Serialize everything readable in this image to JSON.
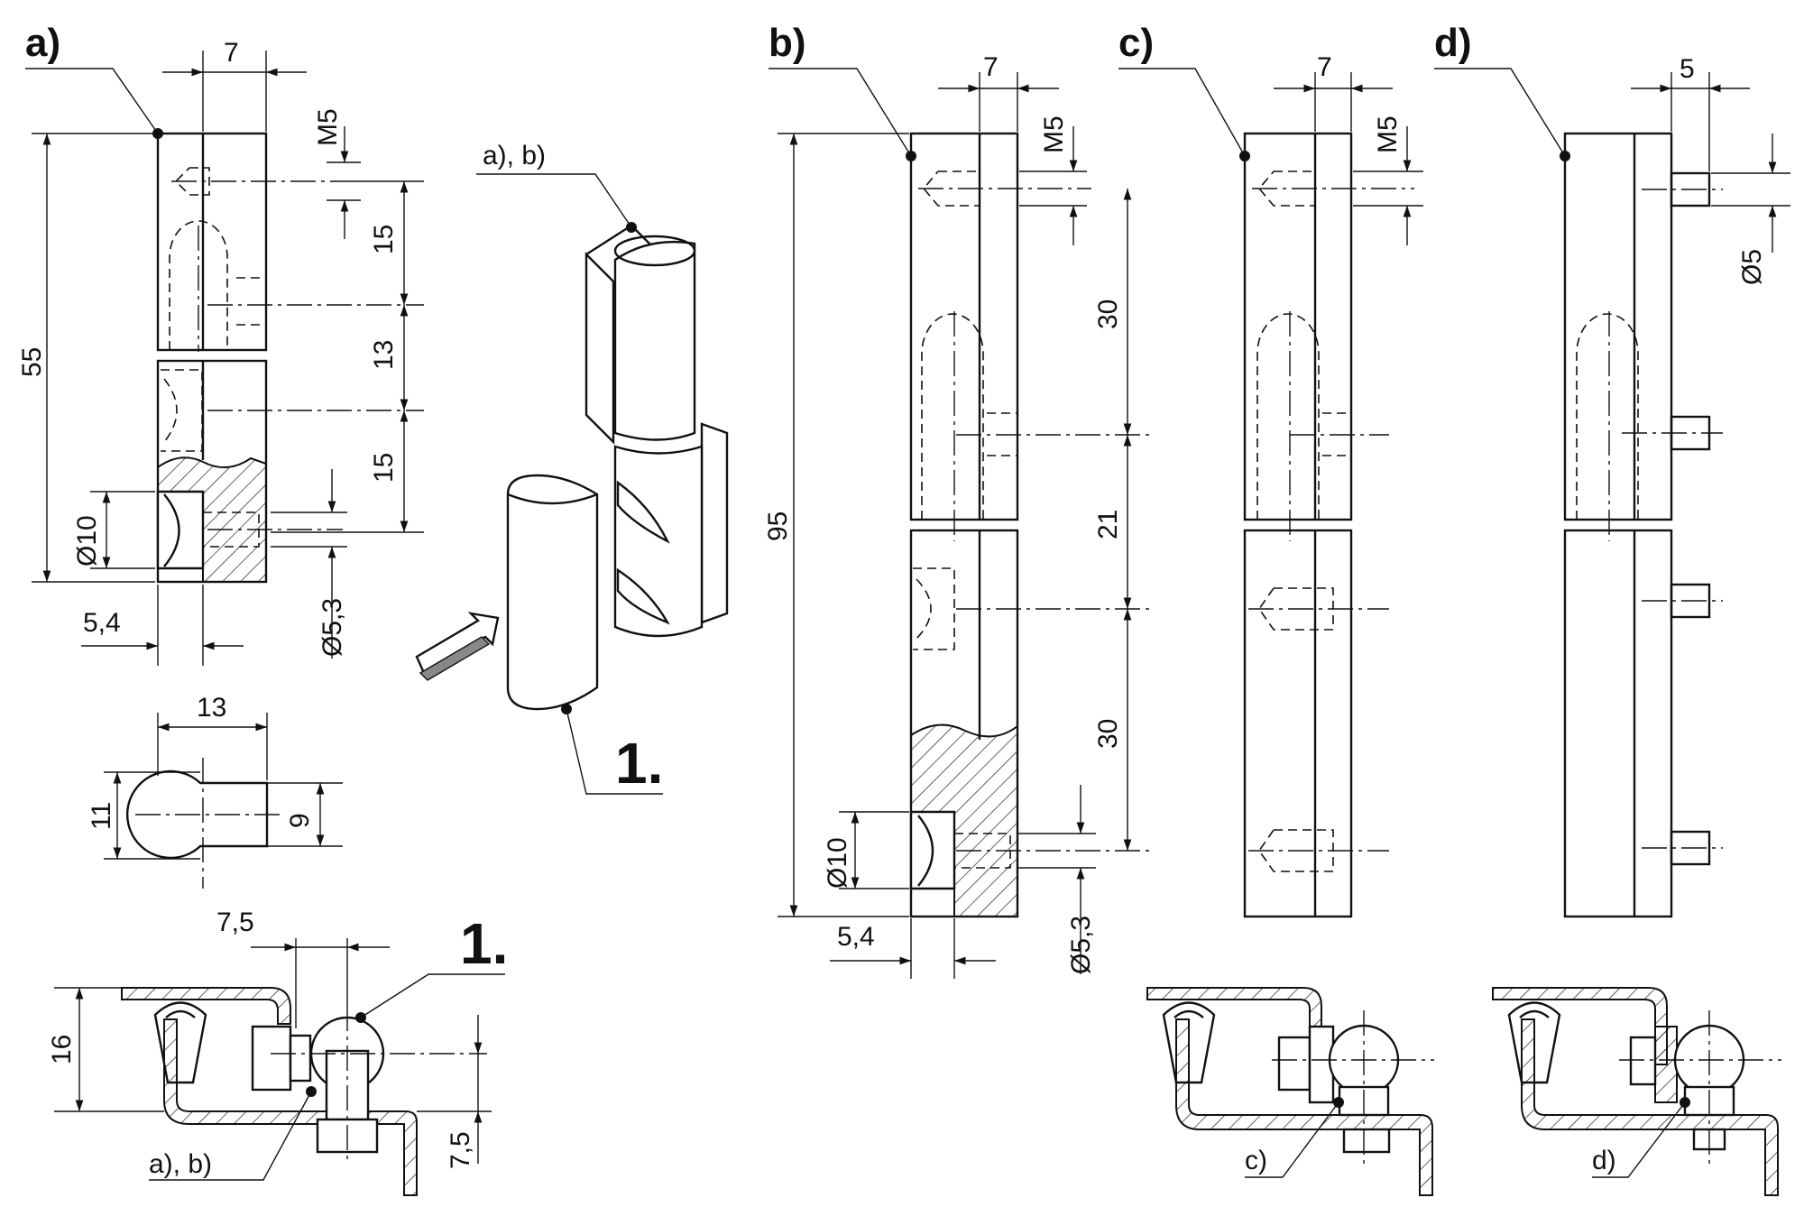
{
  "views": {
    "a": {
      "label": "a)"
    },
    "b": {
      "label": "b)"
    },
    "c": {
      "label": "c)"
    },
    "d": {
      "label": "d)"
    }
  },
  "dimensions": {
    "a": {
      "width_top": "7",
      "thread": "M5",
      "d1": "15",
      "d2": "13",
      "d3": "15",
      "height": "55",
      "bore": "Ø10",
      "offset": "5,4",
      "hole": "Ø5,3"
    },
    "profile": {
      "width": "13",
      "h_left": "11",
      "h_right": "9"
    },
    "install": {
      "offset": "7,5",
      "height": "16",
      "depth": "7,5"
    },
    "b": {
      "width_top": "7",
      "thread": "M5",
      "d1": "30",
      "d2": "21",
      "d3": "30",
      "height": "95",
      "bore": "Ø10",
      "offset": "5,4",
      "hole": "Ø5,3"
    },
    "c": {
      "width_top": "7",
      "thread": "M5"
    },
    "d": {
      "width_top": "5",
      "pin": "Ø5"
    }
  },
  "callouts": {
    "iso_ab": "a), b)",
    "part_1": "1.",
    "install_part_1": "1.",
    "install_ab": "a), b)",
    "install_c": "c)",
    "install_d": "d)"
  }
}
